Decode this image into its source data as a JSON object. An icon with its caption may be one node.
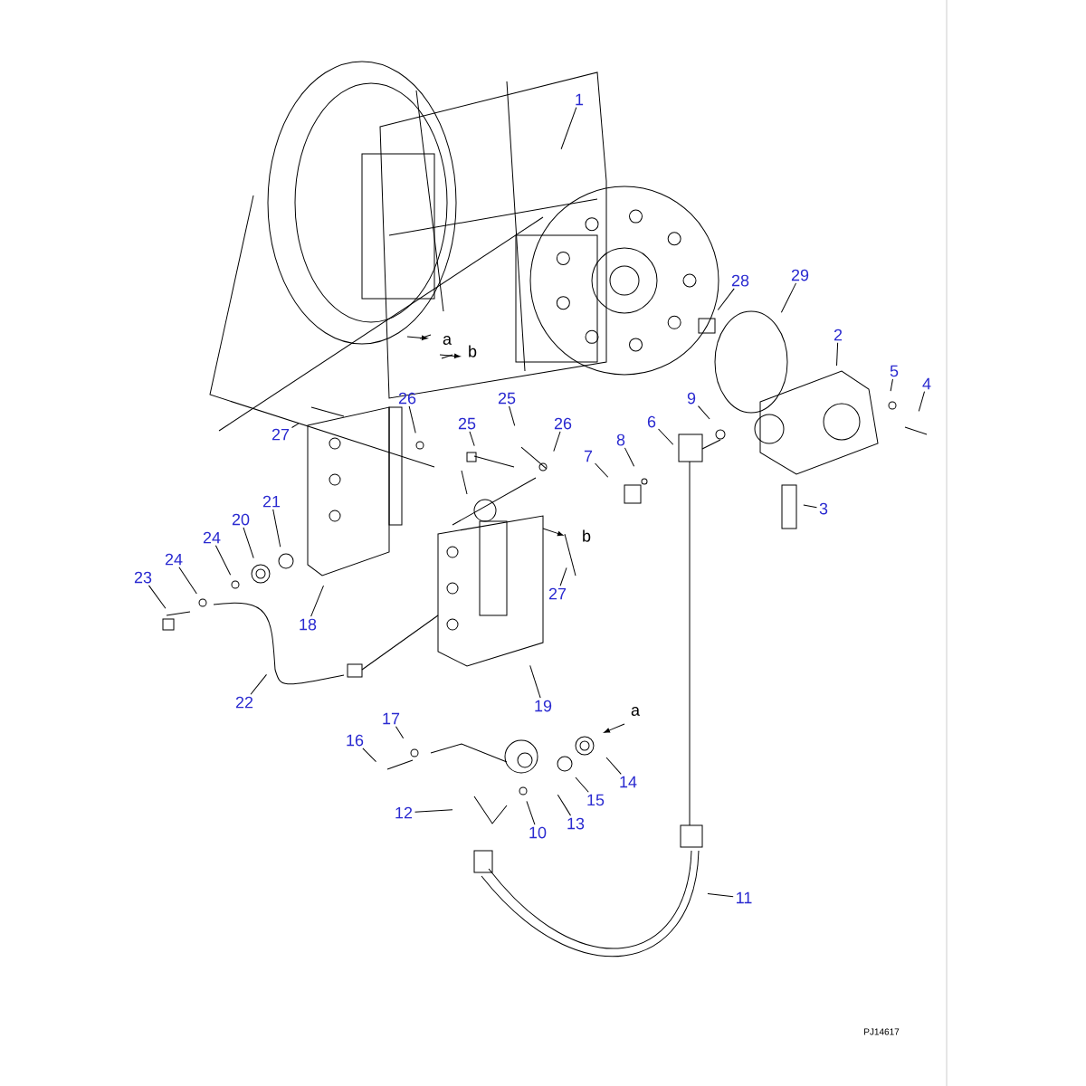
{
  "diagram": {
    "nodes": [
      {
        "text": [
          "1"
        ]
      },
      {
        "text": [
          "28"
        ]
      },
      {
        "text": [
          "29"
        ]
      },
      {
        "text": [
          "2"
        ]
      },
      {
        "text": [
          "5"
        ]
      },
      {
        "text": [
          "4"
        ]
      },
      {
        "text": [
          "26"
        ]
      },
      {
        "text": [
          "25"
        ]
      },
      {
        "text": [
          "9"
        ]
      },
      {
        "text": [
          "27"
        ]
      },
      {
        "text": [
          "25"
        ]
      },
      {
        "text": [
          "26"
        ]
      },
      {
        "text": [
          "6"
        ]
      },
      {
        "text": [
          "8"
        ]
      },
      {
        "text": [
          "7"
        ]
      },
      {
        "text": [
          "3"
        ]
      },
      {
        "text": [
          "21"
        ]
      },
      {
        "text": [
          "20"
        ]
      },
      {
        "text": [
          "24"
        ]
      },
      {
        "text": [
          "24"
        ]
      },
      {
        "text": [
          "23"
        ]
      },
      {
        "text": [
          "27"
        ]
      },
      {
        "text": [
          "18"
        ]
      },
      {
        "text": [
          "22"
        ]
      },
      {
        "text": [
          "19"
        ]
      },
      {
        "text": [
          "17"
        ]
      },
      {
        "text": [
          "16"
        ]
      },
      {
        "text": [
          "14"
        ]
      },
      {
        "text": [
          "15"
        ]
      },
      {
        "text": [
          "12"
        ]
      },
      {
        "text": [
          "13"
        ]
      },
      {
        "text": [
          "10"
        ]
      },
      {
        "text": [
          "11"
        ]
      }
    ],
    "edges": [
      {
        "from": 0,
        "to": null,
        "arrow": "none"
      },
      {
        "from": 1,
        "to": null,
        "arrow": "none"
      },
      {
        "from": 2,
        "to": null,
        "arrow": "none"
      },
      {
        "from": 3,
        "to": null,
        "arrow": "none"
      },
      {
        "from": 4,
        "to": null,
        "arrow": "none"
      },
      {
        "from": 5,
        "to": null,
        "arrow": "none"
      },
      {
        "from": 6,
        "to": null,
        "arrow": "none"
      },
      {
        "from": 7,
        "to": null,
        "arrow": "none"
      },
      {
        "from": 8,
        "to": null,
        "arrow": "none"
      },
      {
        "from": 9,
        "to": null,
        "arrow": "none"
      },
      {
        "from": 10,
        "to": null,
        "arrow": "none"
      },
      {
        "from": 11,
        "to": null,
        "arrow": "none"
      },
      {
        "from": 12,
        "to": null,
        "arrow": "none"
      },
      {
        "from": 13,
        "to": null,
        "arrow": "none"
      },
      {
        "from": 14,
        "to": null,
        "arrow": "none"
      },
      {
        "from": 15,
        "to": null,
        "arrow": "none"
      },
      {
        "from": 16,
        "to": null,
        "arrow": "none"
      },
      {
        "from": 17,
        "to": null,
        "arrow": "none"
      },
      {
        "from": 18,
        "to": null,
        "arrow": "none"
      },
      {
        "from": 19,
        "to": null,
        "arrow": "none"
      },
      {
        "from": 20,
        "to": null,
        "arrow": "none"
      },
      {
        "from": 21,
        "to": null,
        "arrow": "none"
      },
      {
        "from": 22,
        "to": null,
        "arrow": "none"
      },
      {
        "from": 23,
        "to": null,
        "arrow": "none"
      },
      {
        "from": 24,
        "to": null,
        "arrow": "none"
      },
      {
        "from": 25,
        "to": null,
        "arrow": "none"
      },
      {
        "from": 26,
        "to": null,
        "arrow": "none"
      },
      {
        "from": 27,
        "to": null,
        "arrow": "none"
      },
      {
        "from": 28,
        "to": null,
        "arrow": "none"
      },
      {
        "from": 29,
        "to": null,
        "arrow": "none"
      },
      {
        "from": 30,
        "to": null,
        "arrow": "none"
      },
      {
        "from": 31,
        "to": null,
        "arrow": "none"
      },
      {
        "from": 32,
        "to": null,
        "arrow": "none"
      }
    ],
    "labels": [
      "a",
      "b",
      "b",
      "a",
      "PJ14617"
    ]
  }
}
